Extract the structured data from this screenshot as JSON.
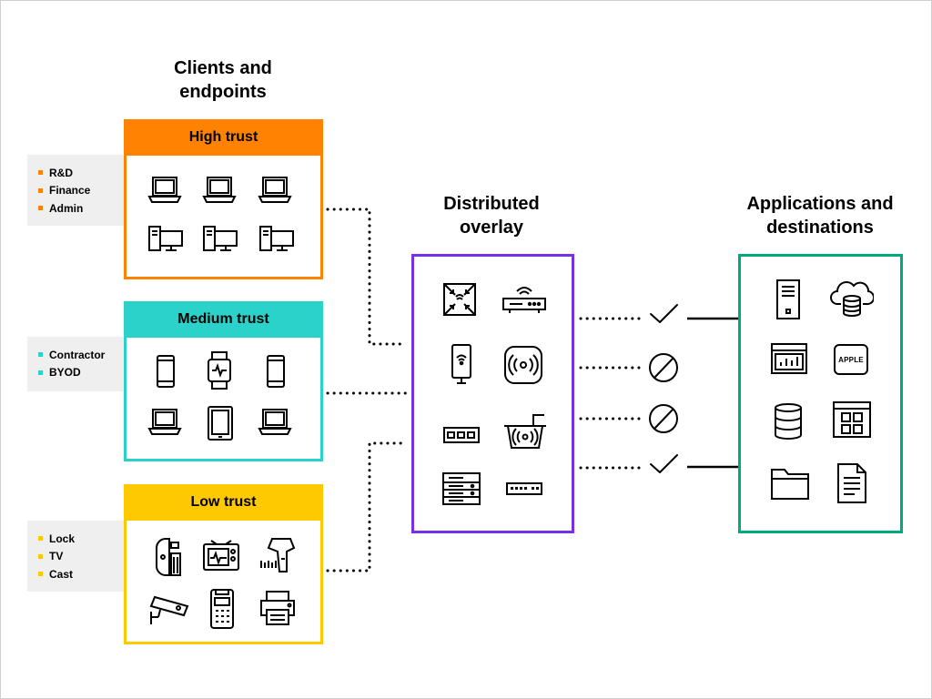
{
  "headings": {
    "clients": "Clients and endpoints",
    "overlay": "Distributed overlay",
    "apps": "Applications and destinations"
  },
  "tiers": [
    {
      "label": "High trust",
      "color": "#ff8300",
      "tags": [
        "R&D",
        "Finance",
        "Admin"
      ]
    },
    {
      "label": "Medium trust",
      "color": "#2ad2c9",
      "tags": [
        "Contractor",
        "BYOD"
      ]
    },
    {
      "label": "Low trust",
      "color": "#fec901",
      "tags": [
        "Lock",
        "TV",
        "Cast"
      ]
    }
  ],
  "colors": {
    "overlay_border": "#7630ea",
    "apps_border": "#01a982",
    "tag_panel": "#efefef",
    "frame": "#cfcfcf"
  },
  "app_icons": {
    "apple_label": "APPLE"
  },
  "connections": [
    {
      "status": "allowed",
      "icon": "check-icon"
    },
    {
      "status": "blocked",
      "icon": "blocked-icon"
    },
    {
      "status": "blocked",
      "icon": "blocked-icon"
    },
    {
      "status": "allowed",
      "icon": "check-icon"
    }
  ]
}
